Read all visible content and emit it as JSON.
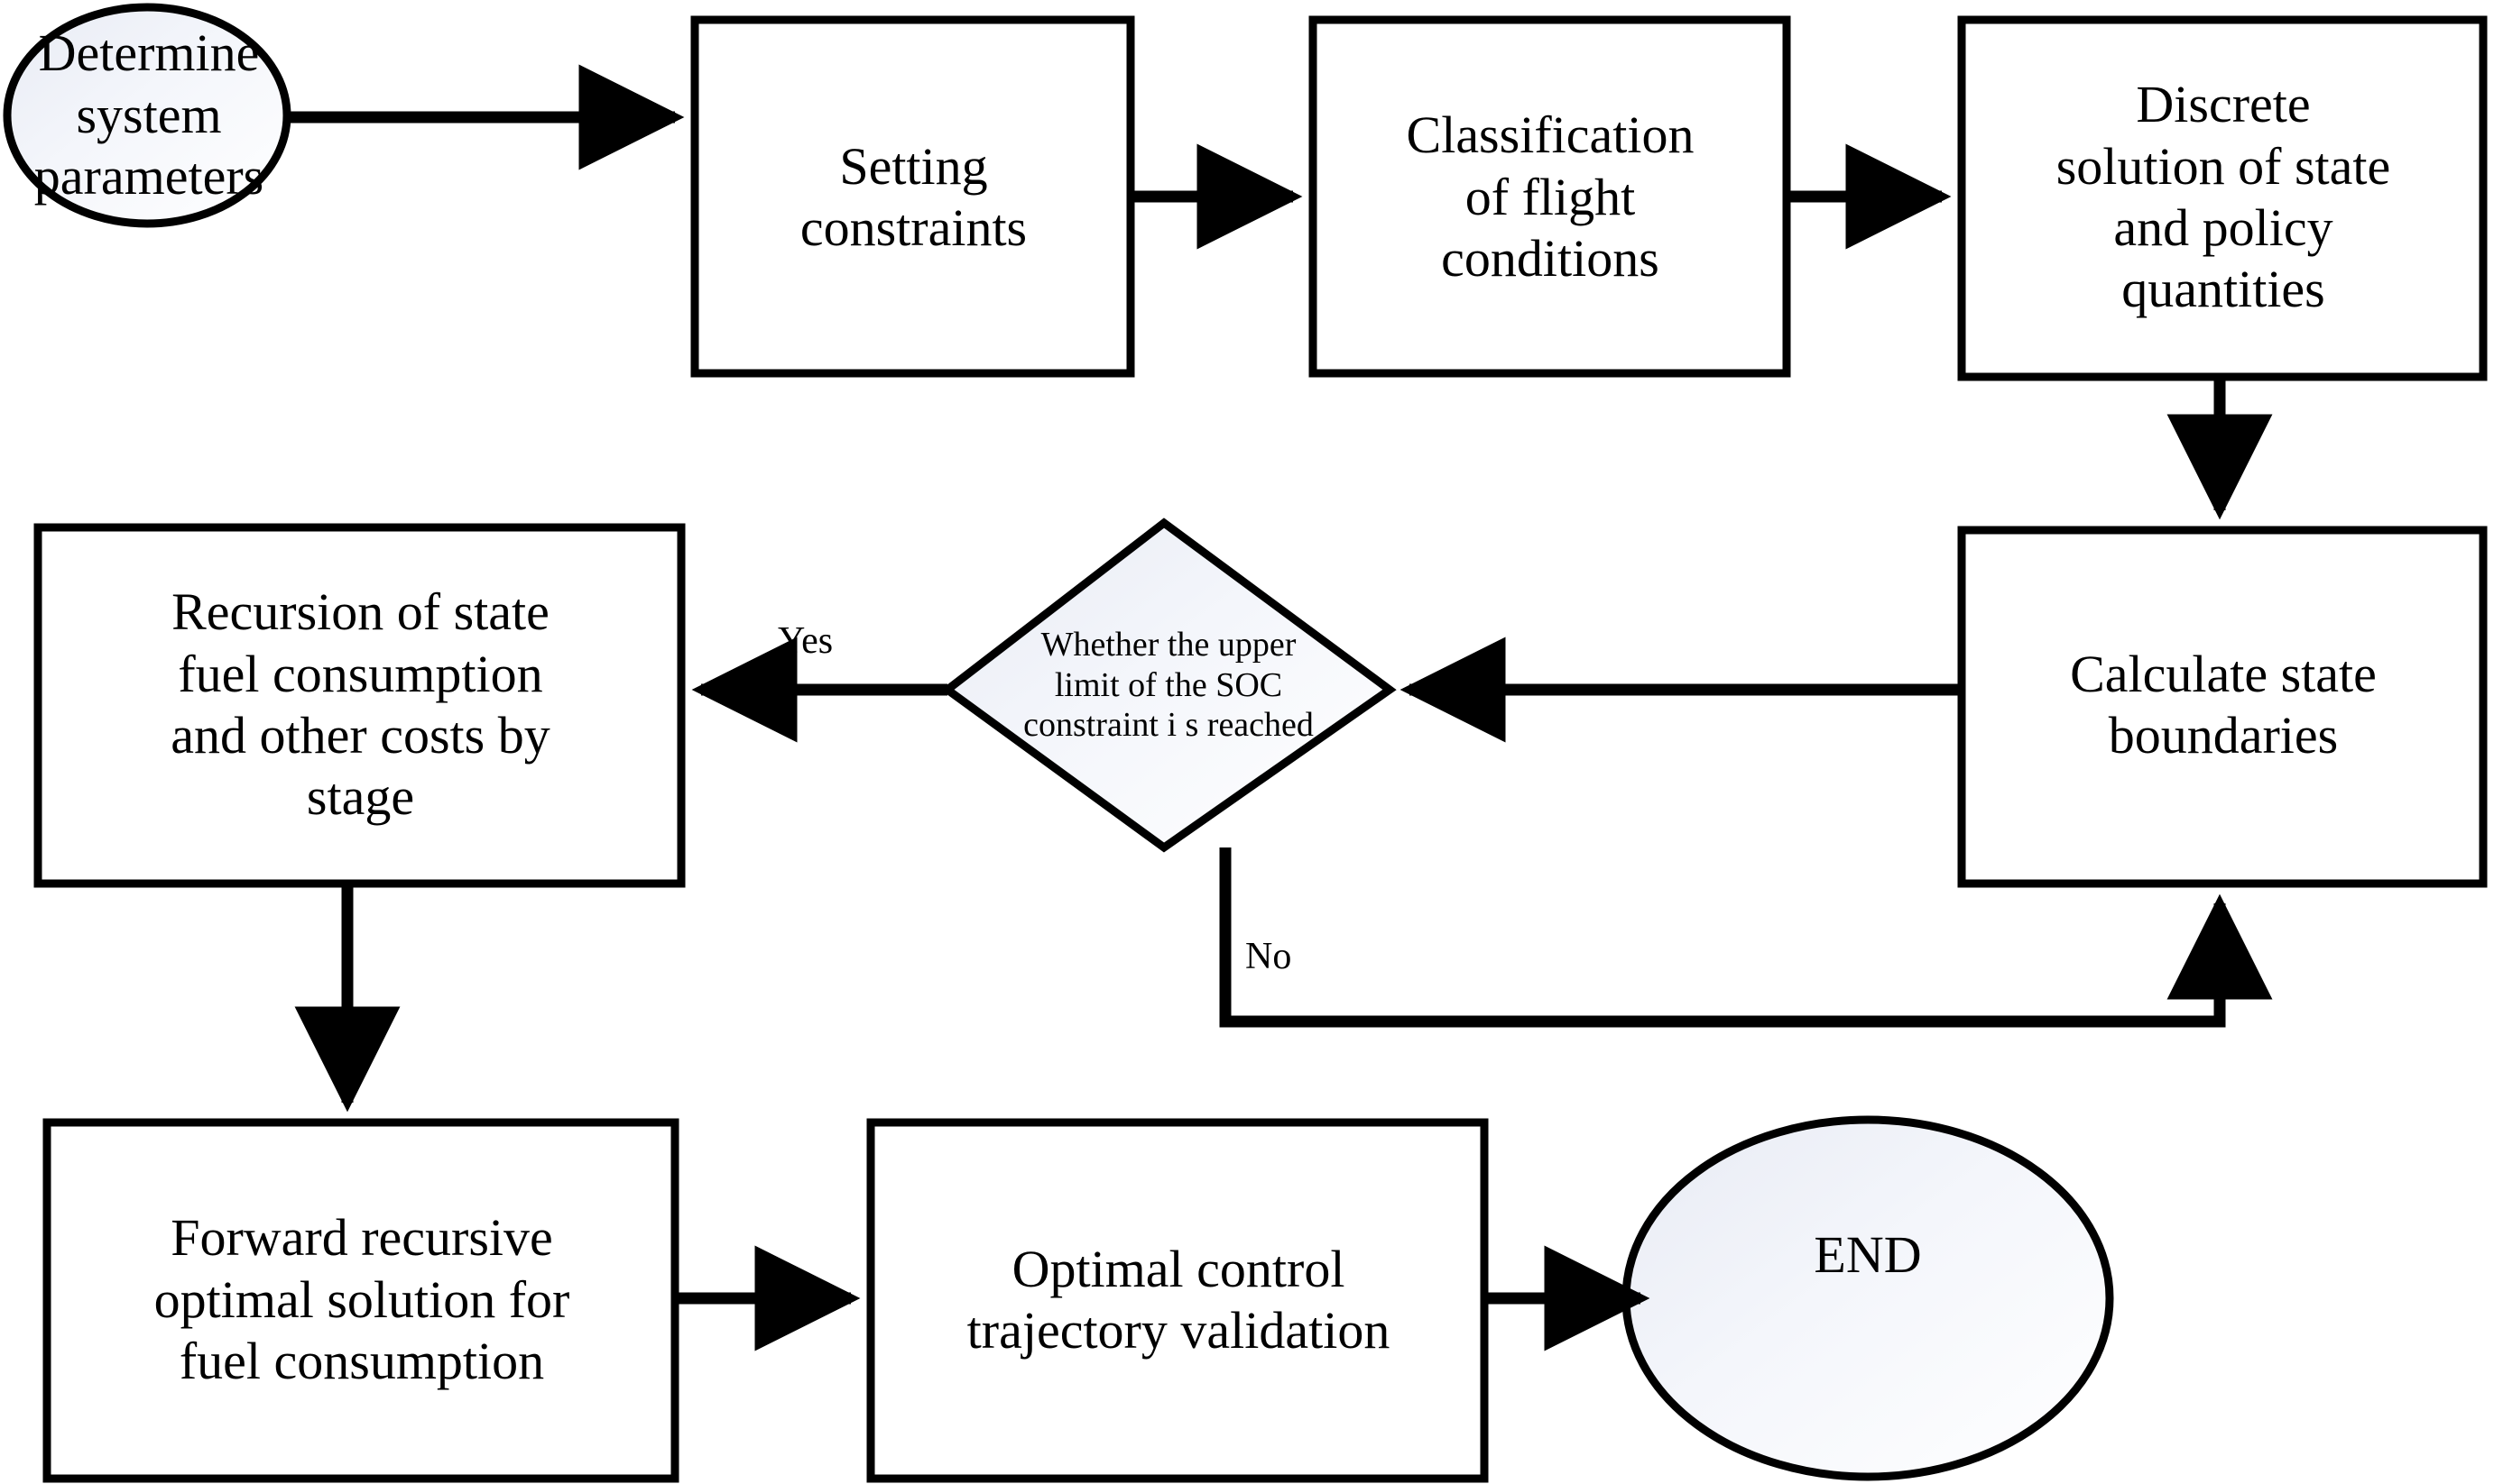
{
  "diagram": {
    "title": "Dynamic programming fuel-optimization flowchart",
    "background_color": "#ffffff",
    "stroke_color": "#000000",
    "shape_fill_gradient_from": "#eceef6",
    "shape_fill_gradient_to": "#ffffff",
    "box_fill": "#ffffff"
  },
  "nodes": {
    "start": {
      "label": "Determine\nsystem\nparameters",
      "shape": "ellipse"
    },
    "setting_constraints": {
      "label": "Setting\nconstraints",
      "shape": "rectangle"
    },
    "classification": {
      "label": "Classification\nof flight\nconditions",
      "shape": "rectangle"
    },
    "discrete_solution": {
      "label": "Discrete\nsolution of state\nand policy\nquantities",
      "shape": "rectangle"
    },
    "calculate_state_boundaries": {
      "label": "Calculate state\nboundaries",
      "shape": "rectangle"
    },
    "decision_soc": {
      "label": "Whether the upper\nlimit of the SOC\nconstraint i s reached",
      "shape": "diamond"
    },
    "recursion_stage": {
      "label": "Recursion of state\nfuel consumption\nand other costs by\nstage",
      "shape": "rectangle"
    },
    "forward_recursive": {
      "label": "Forward recursive\noptimal solution for\nfuel consumption",
      "shape": "rectangle"
    },
    "optimal_control_validation": {
      "label": "Optimal control\ntrajectory validation",
      "shape": "rectangle"
    },
    "end": {
      "label": "END",
      "shape": "ellipse"
    }
  },
  "edges": [
    {
      "from": "start",
      "to": "setting_constraints",
      "label": ""
    },
    {
      "from": "setting_constraints",
      "to": "classification",
      "label": ""
    },
    {
      "from": "classification",
      "to": "discrete_solution",
      "label": ""
    },
    {
      "from": "discrete_solution",
      "to": "calculate_state_boundaries",
      "label": ""
    },
    {
      "from": "calculate_state_boundaries",
      "to": "decision_soc",
      "label": ""
    },
    {
      "from": "decision_soc",
      "to": "recursion_stage",
      "label": "Yes"
    },
    {
      "from": "decision_soc",
      "to": "calculate_state_boundaries",
      "label": "No"
    },
    {
      "from": "recursion_stage",
      "to": "forward_recursive",
      "label": ""
    },
    {
      "from": "forward_recursive",
      "to": "optimal_control_validation",
      "label": ""
    },
    {
      "from": "optimal_control_validation",
      "to": "end",
      "label": ""
    }
  ],
  "edge_labels": {
    "yes": "Yes",
    "no": "No"
  }
}
